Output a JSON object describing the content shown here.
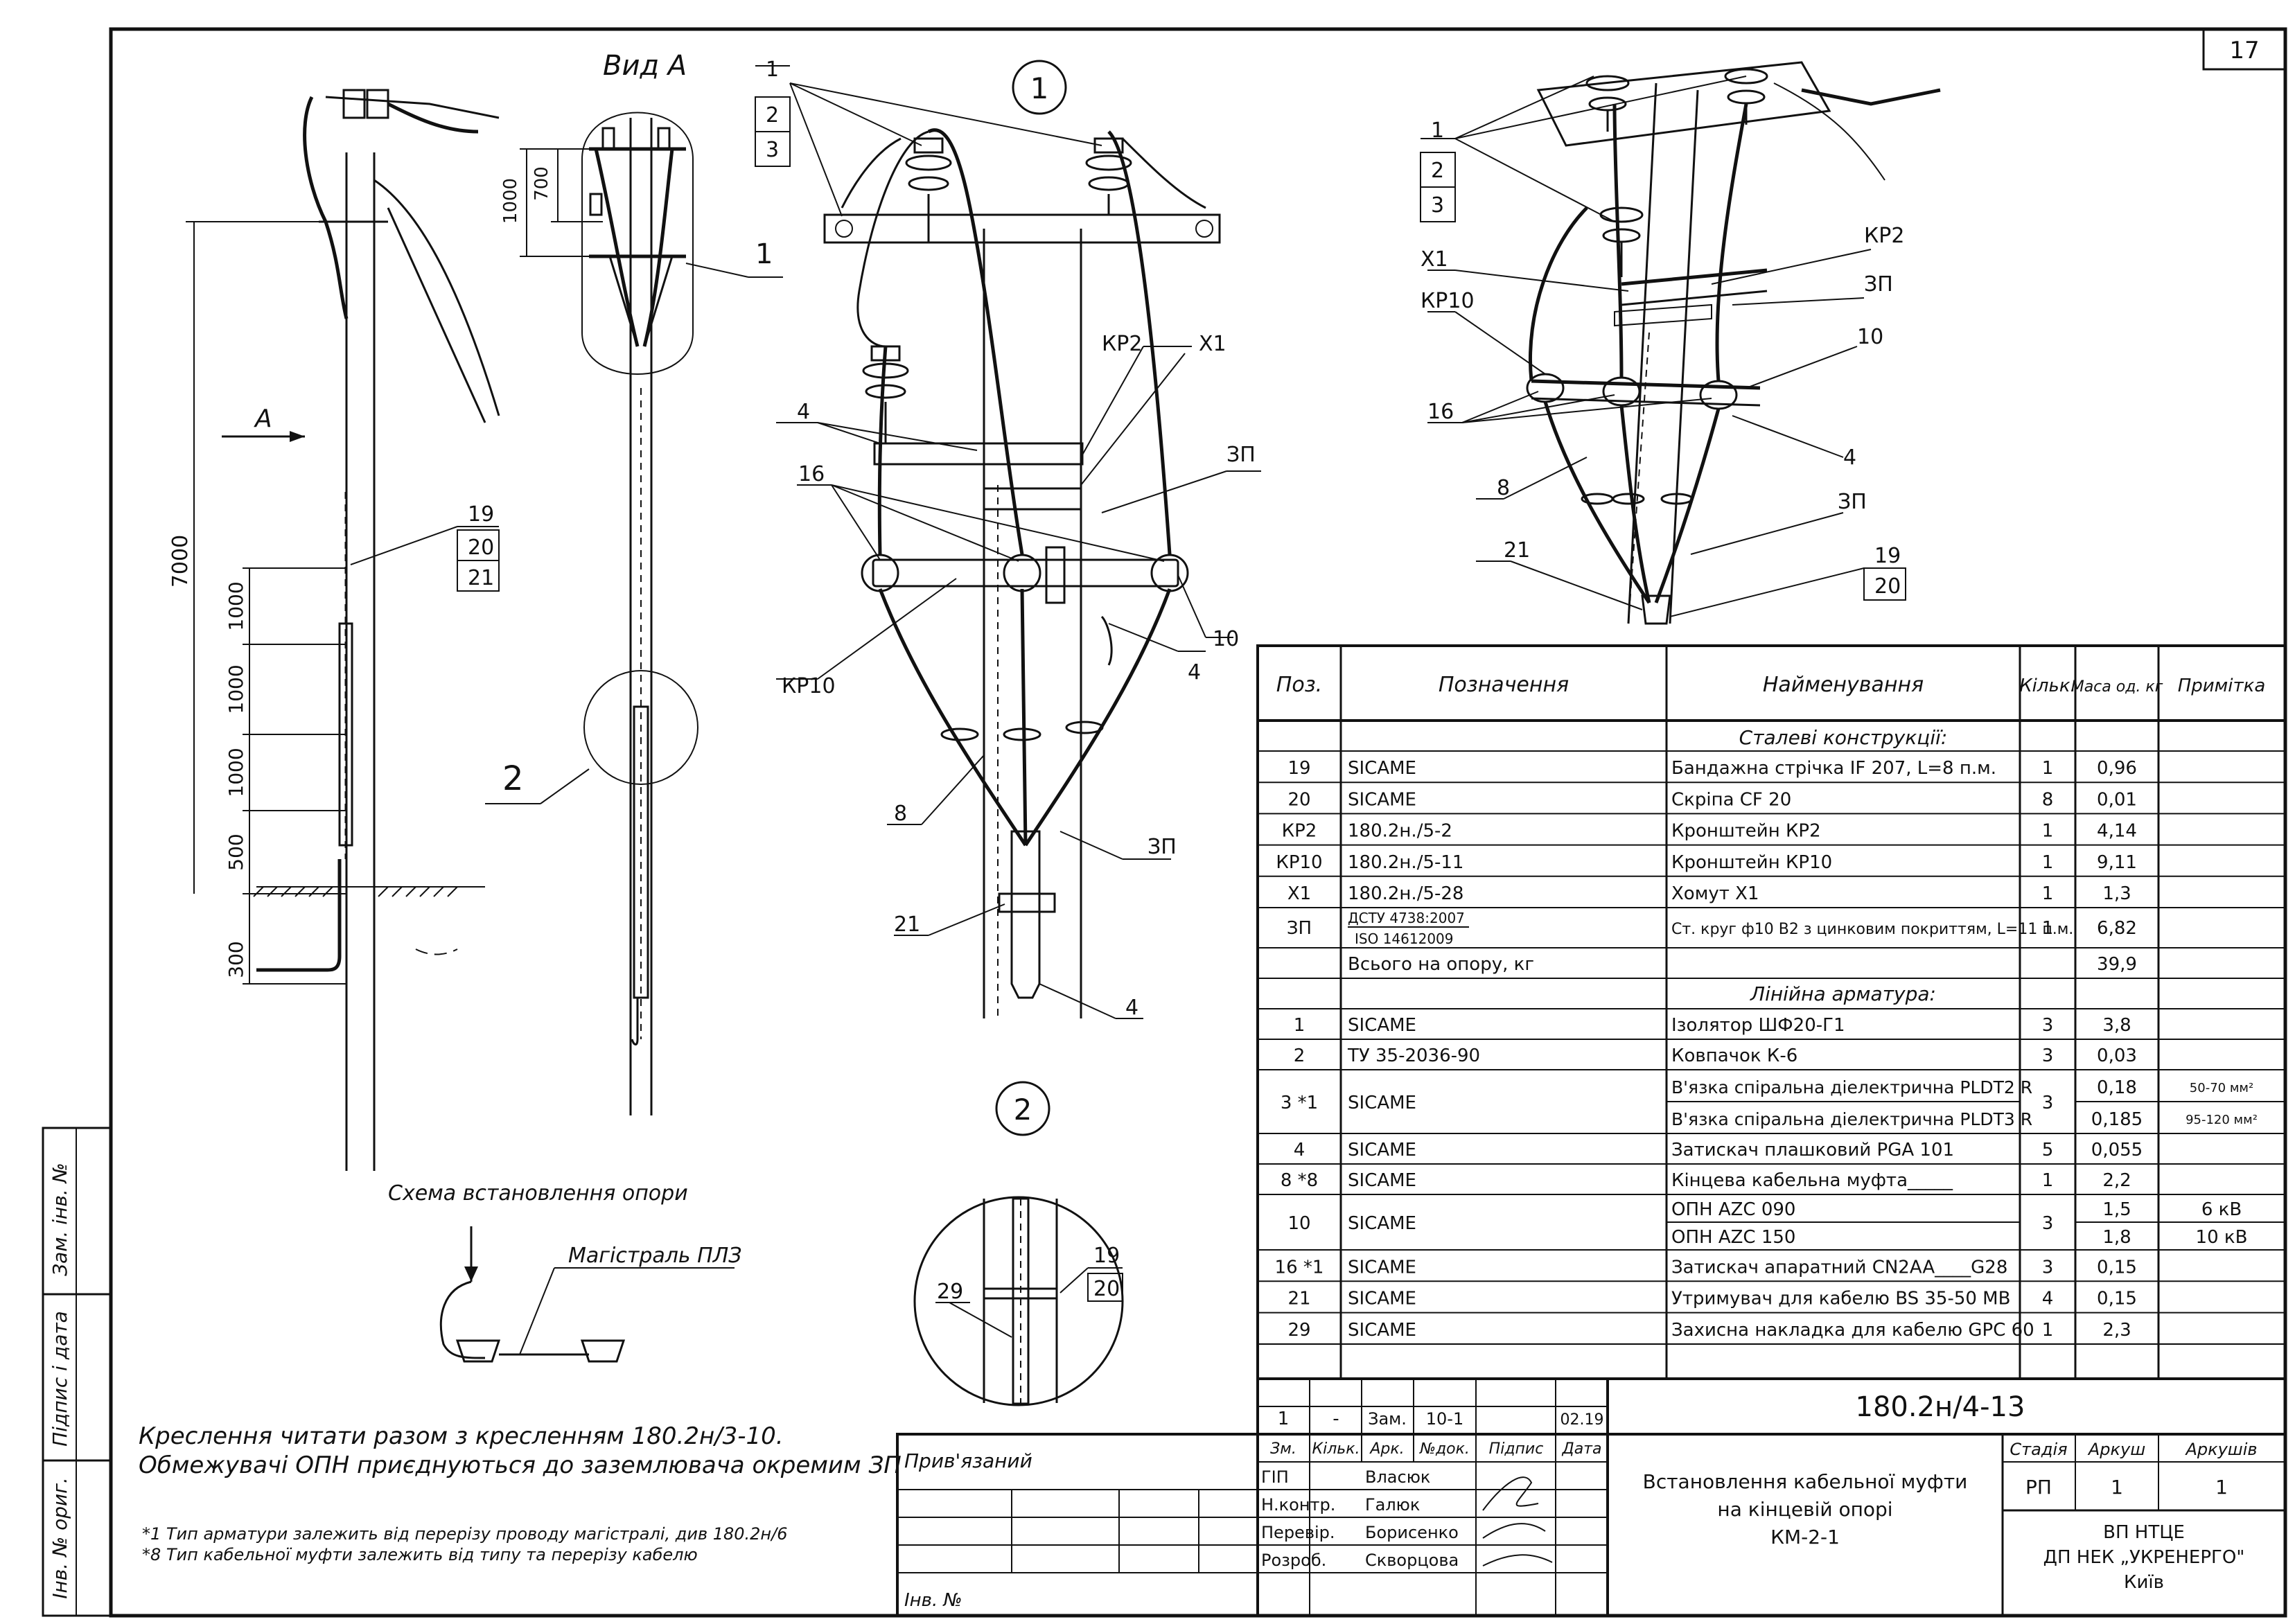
{
  "sheet_number": "17",
  "views": {
    "view_a_title": "Вид А",
    "arrow_a_label": "А",
    "scheme_title": "Схема встановлення опори",
    "main_line_label": "Магістраль ПЛЗ",
    "detail_1": "1",
    "detail_2": "2"
  },
  "dimensions": {
    "total": "7000",
    "d1000a": "1000",
    "d1000b": "1000",
    "d1000c": "1000",
    "d500": "500",
    "d300": "300",
    "view_a_1000": "1000",
    "view_a_700": "700"
  },
  "callouts": {
    "p1": "1",
    "p2": "2",
    "p3": "3",
    "p4": "4",
    "p8": "8",
    "p10": "10",
    "p16": "16",
    "p19": "19",
    "p20": "20",
    "p21": "21",
    "p29": "29",
    "kr2": "КР2",
    "kr10": "КР10",
    "x1": "Х1",
    "zp": "ЗП"
  },
  "notes": {
    "line1": "Креслення читати разом з кресленням 180.2н/3-10.",
    "line2": "Обмежувачі ОПН приєднуються до заземлювача окремим ЗП",
    "fn1": "*1 Тип арматури залежить від перерізу проводу магістралі, див 180.2н/6",
    "fn8": "*8 Тип кабельної муфти залежить від типу та перерізу кабелю"
  },
  "table": {
    "headers": {
      "pos": "Поз.",
      "designation": "Позначення",
      "name": "Найменування",
      "qty": "Кільк.",
      "mass": "Маса од. кг",
      "note": "Примітка"
    },
    "section_steel": "Сталеві конструкції:",
    "section_linear": "Лінійна арматура:",
    "rows_steel": [
      {
        "pos": "19",
        "des": "SICAME",
        "name": "Бандажна стрічка IF 207, L=8 п.м.",
        "qty": "1",
        "mass": "0,96",
        "note": ""
      },
      {
        "pos": "20",
        "des": "SICAME",
        "name": "Скріпа CF 20",
        "qty": "8",
        "mass": "0,01",
        "note": ""
      },
      {
        "pos": "КР2",
        "des": "180.2н./5-2",
        "name": "Кронштейн КР2",
        "qty": "1",
        "mass": "4,14",
        "note": ""
      },
      {
        "pos": "КР10",
        "des": "180.2н./5-11",
        "name": "Кронштейн КР10",
        "qty": "1",
        "mass": "9,11",
        "note": ""
      },
      {
        "pos": "Х1",
        "des": "180.2н./5-28",
        "name": "Хомут Х1",
        "qty": "1",
        "mass": "1,3",
        "note": ""
      }
    ],
    "zp_row": {
      "pos": "ЗП",
      "des1": "ДСТУ 4738:2007",
      "des2": "ISO 14612009",
      "name": "Ст. круг ф10 В2 з цинковим покриттям, L=11 п.м.",
      "qty": "1",
      "mass": "6,82"
    },
    "total_row": {
      "des": "Всього на опору, кг",
      "mass": "39,9"
    },
    "rows_linear": [
      {
        "pos": "1",
        "des": "SICAME",
        "name": "Ізолятор ШФ20-Г1",
        "qty": "3",
        "mass": "3,8",
        "note": ""
      },
      {
        "pos": "2",
        "des": "ТУ 35-2036-90",
        "name": "Ковпачок К-6",
        "qty": "3",
        "mass": "0,03",
        "note": ""
      }
    ],
    "row3": {
      "pos": "3 *1",
      "des": "SICAME",
      "qty": "3",
      "name1": "В'язка спіральна діелектрична PLDT2 R",
      "mass1": "0,18",
      "note1": "50-70 мм²",
      "name2": "В'язка спіральна діелектрична PLDT3 R",
      "mass2": "0,185",
      "note2": "95-120 мм²"
    },
    "row4": {
      "pos": "4",
      "des": "SICAME",
      "name": "Затискач плашковий PGA 101",
      "qty": "5",
      "mass": "0,055",
      "note": ""
    },
    "row8": {
      "pos": "8 *8",
      "des": "SICAME",
      "name": "Кінцева кабельна муфта_____",
      "qty": "1",
      "mass": "2,2",
      "note": ""
    },
    "row10": {
      "pos": "10",
      "des": "SICAME",
      "qty": "3",
      "name1": "ОПН AZC 090",
      "mass1": "1,5",
      "note1": "6 кВ",
      "name2": "ОПН AZC 150",
      "mass2": "1,8",
      "note2": "10 кВ"
    },
    "rows_tail": [
      {
        "pos": "16 *1",
        "des": "SICAME",
        "name": "Затискач апаратний CN2AA____G28",
        "qty": "3",
        "mass": "0,15",
        "note": ""
      },
      {
        "pos": "21",
        "des": "SICAME",
        "name": "Утримувач для кабелю BS 35-50 MB",
        "qty": "4",
        "mass": "0,15",
        "note": ""
      },
      {
        "pos": "29",
        "des": "SICAME",
        "name": "Захисна накладка для кабелю GPC 60",
        "qty": "1",
        "mass": "2,3",
        "note": ""
      }
    ]
  },
  "title_block": {
    "code": "180.2н/4-13",
    "rev": {
      "n": "1",
      "dash": "-",
      "zam": "Зам.",
      "doc": "10-1",
      "date": "02.19"
    },
    "hdr": {
      "zm": "Зм.",
      "kilk": "Кільк.",
      "ark": "Арк.",
      "ndok": "№док.",
      "pidpys": "Підпис",
      "data": "Дата"
    },
    "roles": [
      {
        "role": "ГІП",
        "name": "Власюк"
      },
      {
        "role": "Н.контр.",
        "name": "Галюк"
      },
      {
        "role": "Перевір.",
        "name": "Борисенко"
      },
      {
        "role": "Розроб.",
        "name": "Скворцова"
      }
    ],
    "title1": "Встановлення кабельної муфти",
    "title2": "на кінцевій опорі",
    "title3": "КМ-2-1",
    "stage_h": "Стадія",
    "sheet_h": "Аркуш",
    "sheets_h": "Аркушів",
    "stage": "РП",
    "sheet": "1",
    "sheets": "1",
    "org1": "ВП НТЦЕ",
    "org2": "ДП НЕК „УКРЕНЕРГО\"",
    "org3": "Київ",
    "pryviazanyi": "Прив'язаний",
    "inv_n": "Інв. №"
  },
  "side_stamp": {
    "zam_inv": "Зам. інв. №",
    "pidpys_data": "Підпис і дата",
    "inv_orig": "Інв. № ориг."
  }
}
